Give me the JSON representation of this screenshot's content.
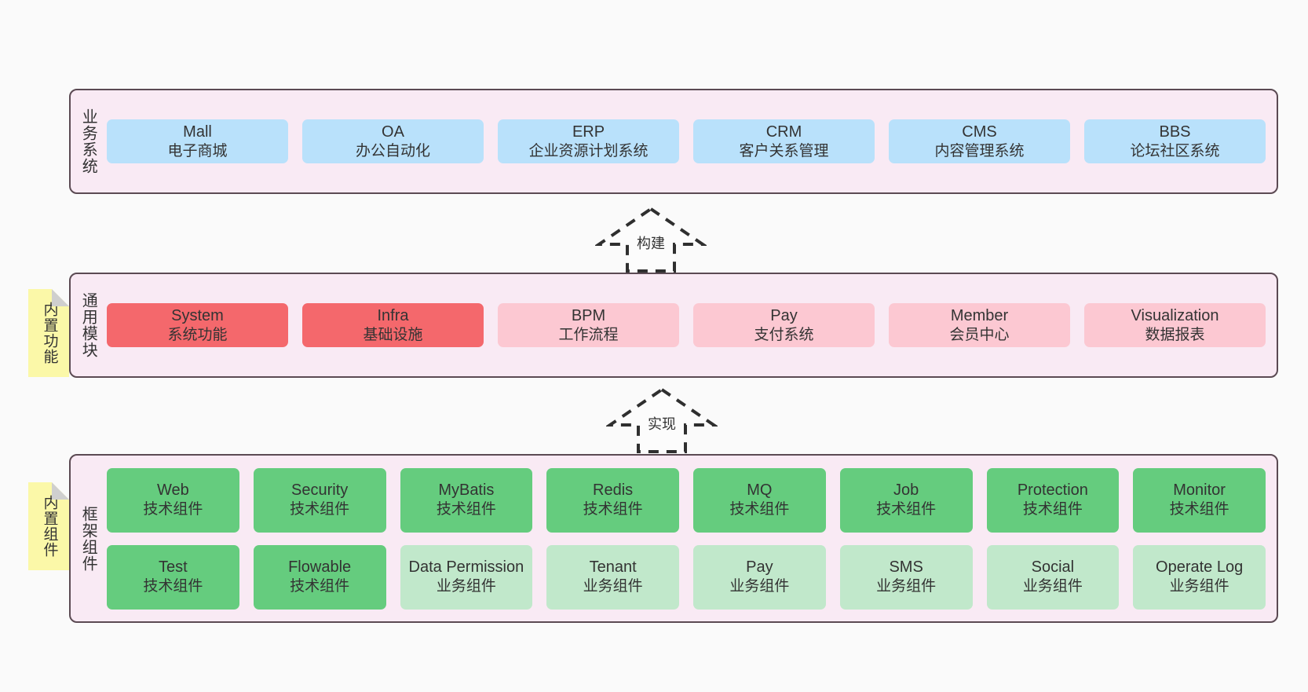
{
  "diagram": {
    "background": "#fafafa",
    "container_fill": "#f9eaf4",
    "container_border": "#5b4a53",
    "note_fill": "#fbf8a8",
    "note_fold": "#cfcfcf"
  },
  "layers": [
    {
      "id": "business-systems",
      "label": "业务系统",
      "rows": [
        {
          "style": "c-blue",
          "cards": [
            {
              "title": "Mall",
              "sub": "电子商城"
            },
            {
              "title": "OA",
              "sub": "办公自动化"
            },
            {
              "title": "ERP",
              "sub": "企业资源计划系统"
            },
            {
              "title": "CRM",
              "sub": "客户关系管理"
            },
            {
              "title": "CMS",
              "sub": "内容管理系统"
            },
            {
              "title": "BBS",
              "sub": "论坛社区系统"
            }
          ]
        }
      ]
    },
    {
      "id": "common-modules",
      "label": "通用模块",
      "note": "内置功能",
      "rows": [
        {
          "cards": [
            {
              "title": "System",
              "sub": "系统功能",
              "style": "c-red"
            },
            {
              "title": "Infra",
              "sub": "基础设施",
              "style": "c-red"
            },
            {
              "title": "BPM",
              "sub": "工作流程",
              "style": "c-pink"
            },
            {
              "title": "Pay",
              "sub": "支付系统",
              "style": "c-pink"
            },
            {
              "title": "Member",
              "sub": "会员中心",
              "style": "c-pink"
            },
            {
              "title": "Visualization",
              "sub": "数据报表",
              "style": "c-pink"
            }
          ]
        }
      ]
    },
    {
      "id": "framework-components",
      "label": "框架组件",
      "note": "内置组件",
      "rows": [
        {
          "cards": [
            {
              "title": "Web",
              "sub": "技术组件",
              "style": "c-green"
            },
            {
              "title": "Security",
              "sub": "技术组件",
              "style": "c-green"
            },
            {
              "title": "MyBatis",
              "sub": "技术组件",
              "style": "c-green"
            },
            {
              "title": "Redis",
              "sub": "技术组件",
              "style": "c-green"
            },
            {
              "title": "MQ",
              "sub": "技术组件",
              "style": "c-green"
            },
            {
              "title": "Job",
              "sub": "技术组件",
              "style": "c-green"
            },
            {
              "title": "Protection",
              "sub": "技术组件",
              "style": "c-green"
            },
            {
              "title": "Monitor",
              "sub": "技术组件",
              "style": "c-green"
            }
          ]
        },
        {
          "cards": [
            {
              "title": "Test",
              "sub": "技术组件",
              "style": "c-green"
            },
            {
              "title": "Flowable",
              "sub": "技术组件",
              "style": "c-green"
            },
            {
              "title": "Data Permission",
              "sub": "业务组件",
              "style": "c-lightgreen"
            },
            {
              "title": "Tenant",
              "sub": "业务组件",
              "style": "c-lightgreen"
            },
            {
              "title": "Pay",
              "sub": "业务组件",
              "style": "c-lightgreen"
            },
            {
              "title": "SMS",
              "sub": "业务组件",
              "style": "c-lightgreen"
            },
            {
              "title": "Social",
              "sub": "业务组件",
              "style": "c-lightgreen"
            },
            {
              "title": "Operate Log",
              "sub": "业务组件",
              "style": "c-lightgreen"
            }
          ]
        }
      ]
    }
  ],
  "arrows": [
    {
      "id": "build-arrow",
      "label": "构建"
    },
    {
      "id": "implement-arrow",
      "label": "实现"
    }
  ]
}
